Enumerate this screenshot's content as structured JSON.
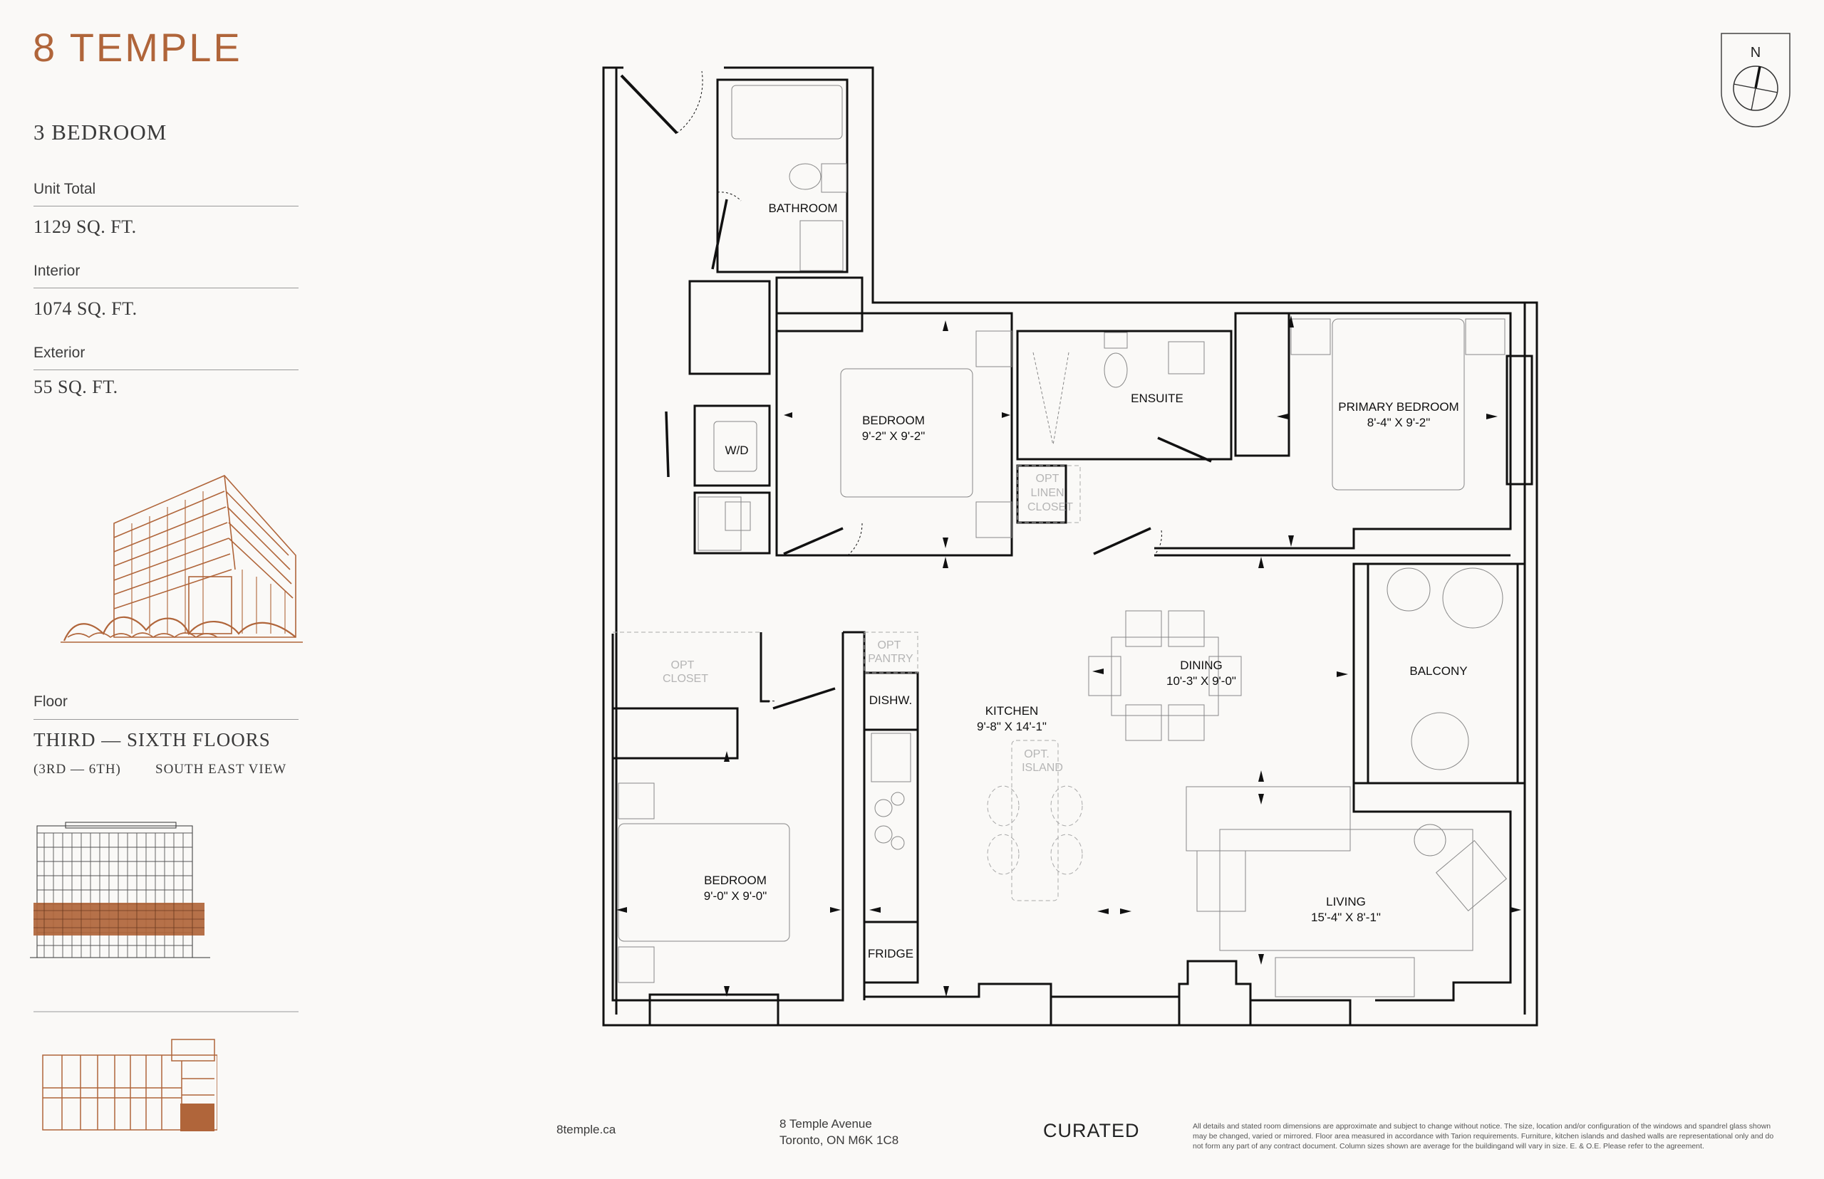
{
  "brand": {
    "name": "8 TEMPLE",
    "accent_color": "#b0653a"
  },
  "unit": {
    "type": "3 BEDROOM"
  },
  "specs": [
    {
      "label": "Unit Total",
      "value": "1129 SQ. FT."
    },
    {
      "label": "Interior",
      "value": "1074 SQ. FT."
    },
    {
      "label": "Exterior",
      "value": "55 SQ. FT."
    }
  ],
  "floor": {
    "label": "Floor",
    "value": "THIRD — SIXTH FLOORS",
    "range": "(3RD — 6TH)",
    "view": "SOUTH EAST VIEW"
  },
  "compass": {
    "label": "N"
  },
  "rooms": {
    "bathroom": {
      "name": "BATHROOM"
    },
    "bedroom_top": {
      "name": "BEDROOM",
      "dims": "9'-2\" X 9'-2\""
    },
    "ensuite": {
      "name": "ENSUITE"
    },
    "primary_bedroom": {
      "name": "PRIMARY BEDROOM",
      "dims": "8'-4\" X 9'-2\""
    },
    "opt_linen_closet": {
      "line1": "OPT",
      "line2": "LINEN",
      "line3": "CLOSET"
    },
    "wd": {
      "name": "W/D"
    },
    "opt_closet": {
      "line1": "OPT",
      "line2": "CLOSET"
    },
    "opt_pantry": {
      "line1": "OPT",
      "line2": "PANTRY"
    },
    "dishwasher": {
      "name": "DISHW."
    },
    "fridge": {
      "name": "FRIDGE"
    },
    "kitchen": {
      "name": "KITCHEN",
      "dims": "9'-8\" X 14'-1\""
    },
    "opt_island": {
      "line1": "OPT.",
      "line2": "ISLAND"
    },
    "dining": {
      "name": "DINING",
      "dims": "10'-3\" X 9'-0\""
    },
    "balcony": {
      "name": "BALCONY"
    },
    "living": {
      "name": "LIVING",
      "dims": "15'-4\" X 8'-1\""
    },
    "bedroom_bottom": {
      "name": "BEDROOM",
      "dims": "9'-0\" X 9'-0\""
    }
  },
  "footer": {
    "website": "8temple.ca",
    "address_line1": "8 Temple Avenue",
    "address_line2": "Toronto, ON M6K 1C8",
    "developer": "CURATED",
    "disclaimer": "All details and stated room dimensions are approximate and subject to change without notice. The size, location and/or configuration of the windows and spandrel glass shown may be changed, varied or mirrored. Floor area measured in accordance with Tarion requirements. Furniture, kitchen islands and dashed walls are representational only and do not form any part of any contract document. Column sizes shown are average for the buildingand will vary in size. E. & O.E. Please refer to the agreement."
  }
}
